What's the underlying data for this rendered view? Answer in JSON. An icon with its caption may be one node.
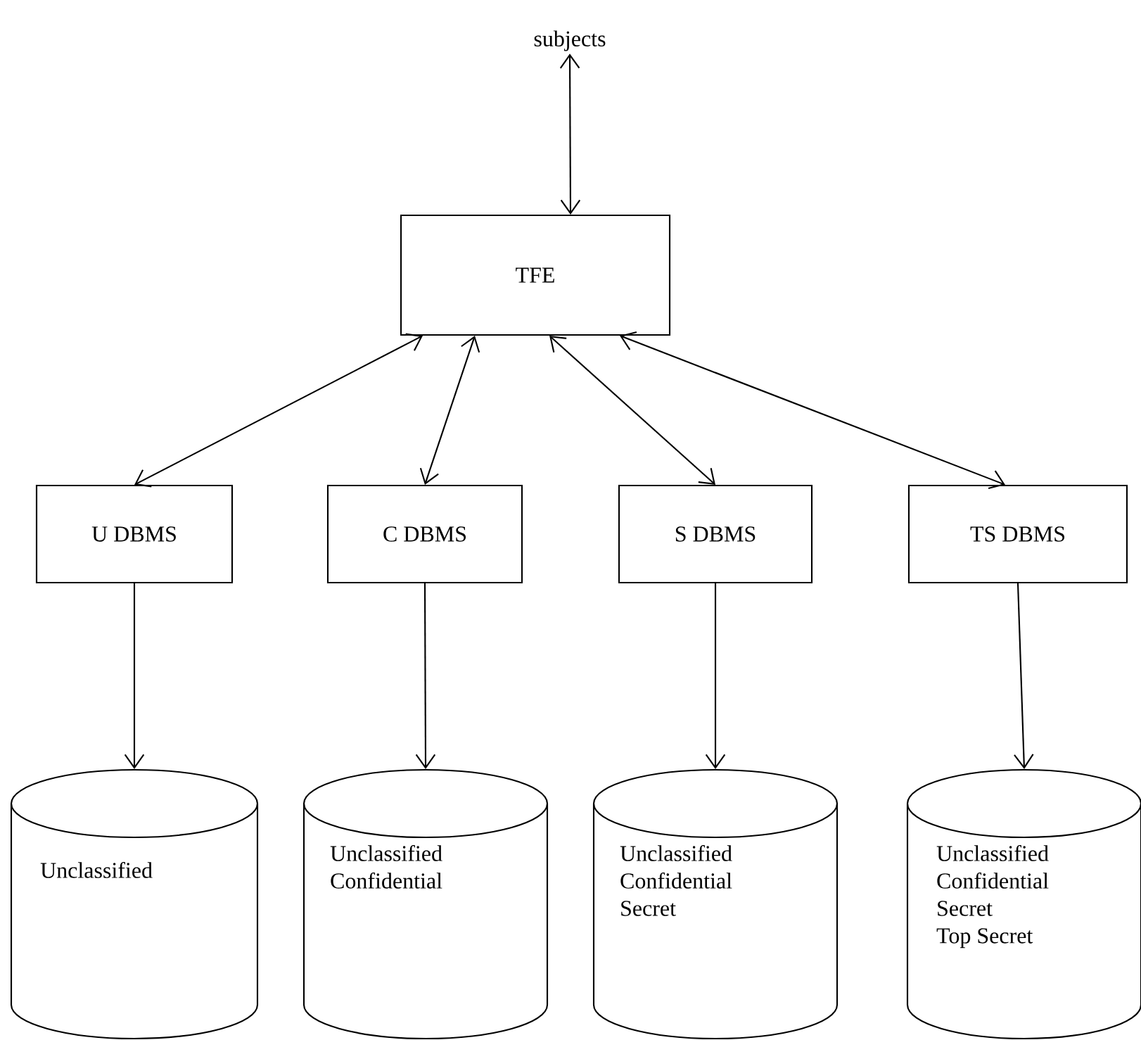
{
  "diagram": {
    "nodes": [
      {
        "text": [
          "subjects"
        ]
      },
      {
        "text": [
          "TFE"
        ]
      },
      {
        "text": [
          "U DBMS"
        ]
      },
      {
        "text": [
          "C DBMS"
        ]
      },
      {
        "text": [
          "S DBMS"
        ]
      },
      {
        "text": [
          "TS DBMS"
        ]
      },
      {
        "text": [
          "Unclassified"
        ]
      },
      {
        "text": [
          "Unclassified",
          "Confidential"
        ]
      },
      {
        "text": [
          "Unclassified",
          "Confidential",
          "Secret"
        ]
      },
      {
        "text": [
          "Unclassified",
          "Confidential",
          "Secret",
          "Top Secret"
        ]
      }
    ],
    "edges": [
      {
        "from": 0,
        "to": 1,
        "arrow": "both"
      },
      {
        "from": 1,
        "to": 2,
        "arrow": "both"
      },
      {
        "from": 1,
        "to": 3,
        "arrow": "both"
      },
      {
        "from": 1,
        "to": 4,
        "arrow": "both"
      },
      {
        "from": 1,
        "to": 5,
        "arrow": "both"
      },
      {
        "from": 2,
        "to": 6,
        "arrow": "to"
      },
      {
        "from": 3,
        "to": 7,
        "arrow": "to"
      },
      {
        "from": 4,
        "to": 8,
        "arrow": "to"
      },
      {
        "from": 5,
        "to": 9,
        "arrow": "to"
      }
    ]
  }
}
